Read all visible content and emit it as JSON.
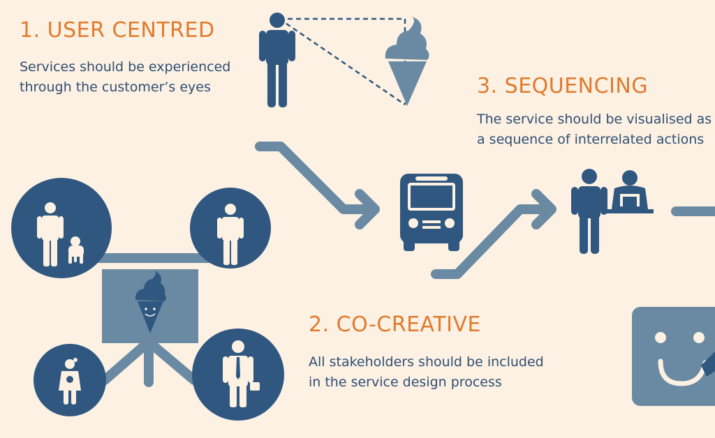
{
  "principles": [
    {
      "heading": "1. USER CENTRED",
      "lines": [
        "Services should be experienced",
        "through the customer’s eyes"
      ]
    },
    {
      "heading": "2. CO-CREATIVE",
      "lines": [
        "All stakeholders should be included",
        "in the service design process"
      ]
    },
    {
      "heading": "3. SEQUENCING",
      "lines": [
        "The service should be visualised as",
        "a sequence of interrelated actions"
      ]
    }
  ],
  "colors": {
    "background": "#fcf1e2",
    "heading": "#e07a2e",
    "text": "#2f4e74",
    "dark_blue": "#2f5780",
    "mid_blue": "#6a8aa3"
  },
  "icons": [
    "person-icon",
    "ice-cream-icon",
    "bus-icon",
    "shop-clerk-icon",
    "dog-icon",
    "child-icon",
    "businessman-icon",
    "smiley-card-icon"
  ]
}
